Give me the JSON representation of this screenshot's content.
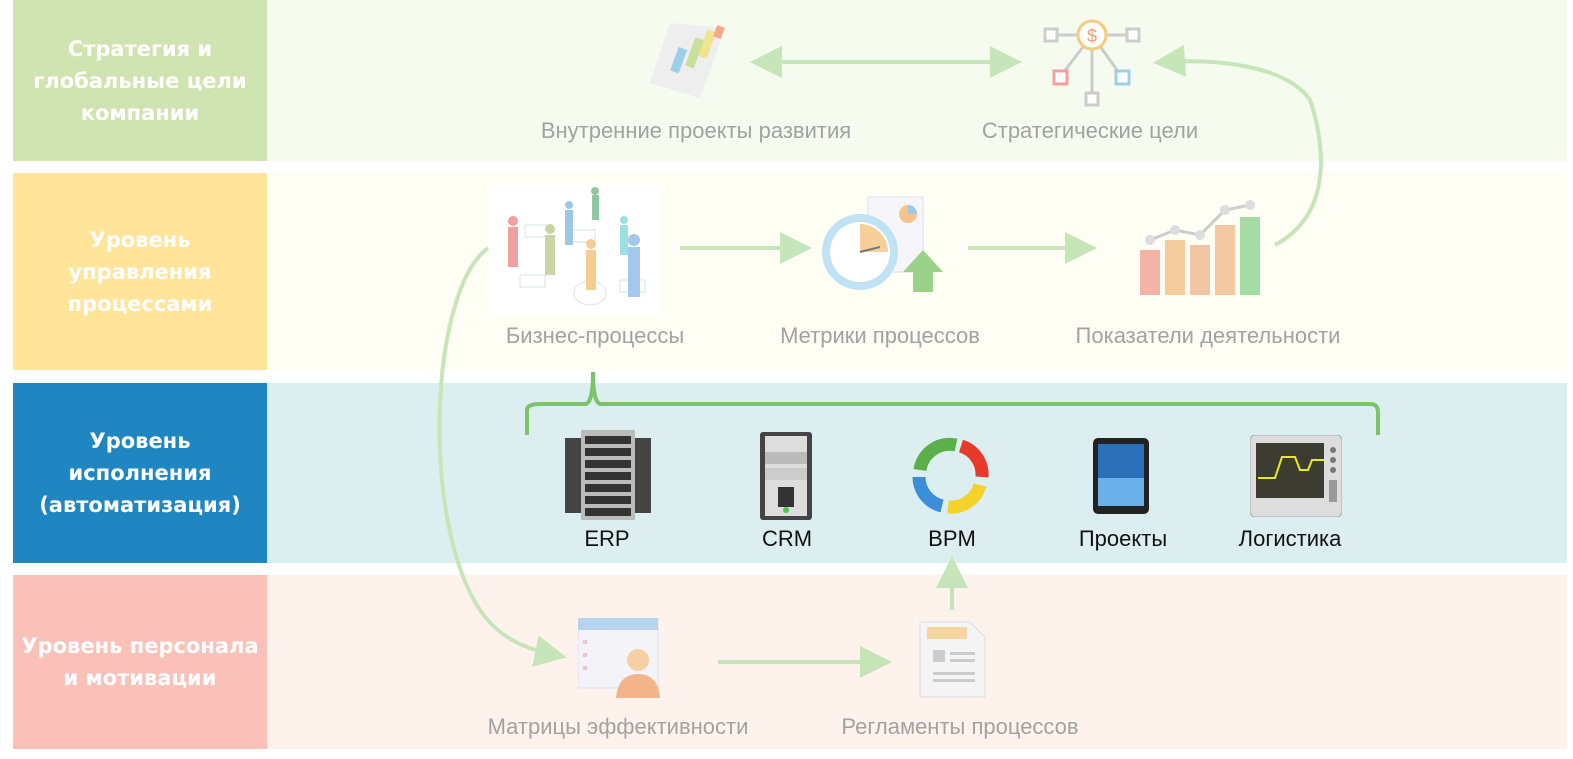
{
  "levels": [
    {
      "label": "Стратегия и глобальные цели компании",
      "color": "#cfe4b0"
    },
    {
      "label": "Уровень управления процессами",
      "color": "#fee599"
    },
    {
      "label": "Уровень исполнения (автоматизация)",
      "color": "#1f86c2"
    },
    {
      "label": "Уровень персонала и мотивации",
      "color": "#f9c1b8"
    }
  ],
  "strategy": {
    "projects": "Внутренние проекты развития",
    "goals": "Стратегические цели"
  },
  "process": {
    "business": "Бизнес-процессы",
    "metrics": "Метрики процессов",
    "indicators": "Показатели деятельности"
  },
  "systems": [
    "ERP",
    "CRM",
    "BPM",
    "Проекты",
    "Логистика"
  ],
  "personnel": {
    "matrix": "Матрицы эффективности",
    "regulations": "Регламенты процессов"
  }
}
